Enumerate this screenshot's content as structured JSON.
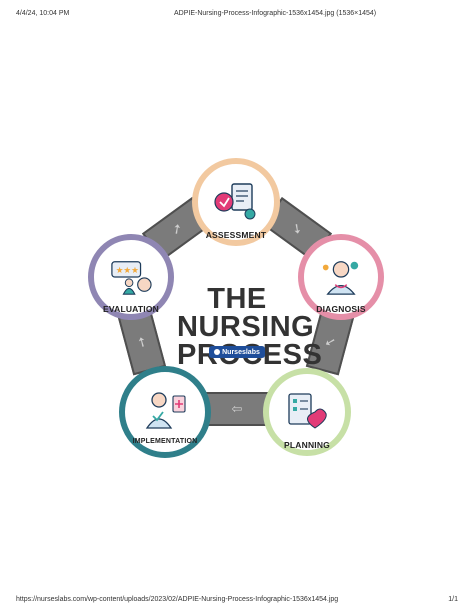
{
  "print_header": {
    "datetime": "4/4/24, 10:04 PM",
    "doc_title": "ADPIE-Nursing-Process-Infographic-1536x1454.jpg (1536×1454)"
  },
  "print_footer": {
    "url": "https://nurseslabs.com/wp-content/uploads/2023/02/ADPIE-Nursing-Process-Infographic-1536x1454.jpg",
    "page": "1/1"
  },
  "infographic": {
    "title_lines": [
      "THE",
      "NURSING",
      "PROCESS"
    ],
    "brand": "Nurseslabs",
    "steps": [
      {
        "label": "ASSESSMENT",
        "color": "#f2c9a0"
      },
      {
        "label": "DIAGNOSIS",
        "color": "#e58fa8"
      },
      {
        "label": "PLANNING",
        "color": "#c7e0a6"
      },
      {
        "label": "IMPLEMENTATION",
        "color": "#2f7f8a"
      },
      {
        "label": "EVALUATION",
        "color": "#8f86b3"
      }
    ],
    "arrow_color": "#7b7b7b"
  },
  "icons": {
    "assessment": "clipboard-checkup-icon",
    "diagnosis": "doctor-examination-icon",
    "planning": "care-plan-checklist-icon",
    "implementation": "patient-care-icon",
    "evaluation": "rating-feedback-icon",
    "arrows": "chevron-arrow-icon"
  }
}
